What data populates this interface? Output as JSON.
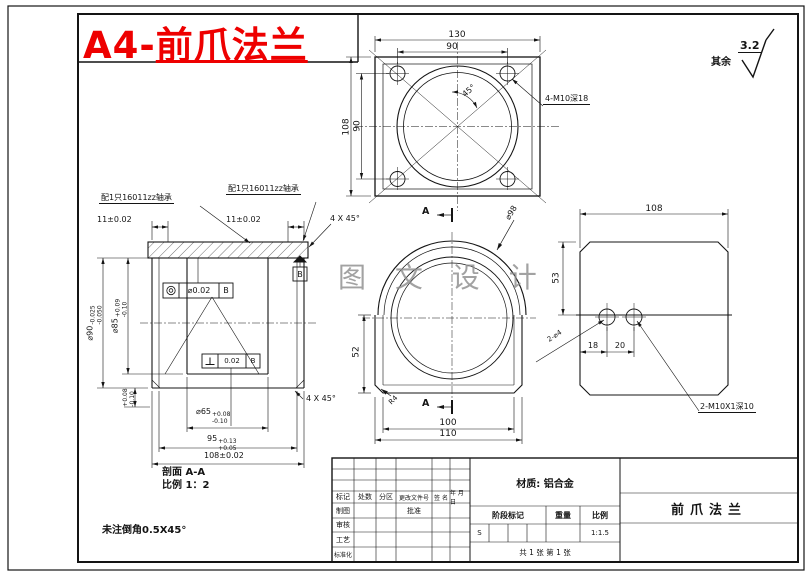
{
  "frame": {
    "title_prefix": "A4-",
    "title_name": "前爪法兰"
  },
  "surface": {
    "rest": "其余",
    "value": "3.2"
  },
  "watermark": "图 文 设 计",
  "notes": {
    "chamfer": "未注倒角0.5X45°",
    "section": "剖面 A-A",
    "scale": "比例 1：2"
  },
  "top_view": {
    "w": "130",
    "holes_h": "90",
    "h": "108",
    "holes_v": "90",
    "angle": "45°",
    "thread": "4-M10深18"
  },
  "section_view": {
    "bearing_l": "配1只16011zz轴承",
    "bearing_r": "配1只16011zz轴承",
    "seat_l": "11±0.02",
    "seat_r": "11±0.02",
    "cham_t": "4 X 45°",
    "cham_b": "4 X 45°",
    "fcf1_tol": "⌀0.02",
    "fcf1_datum": "B",
    "fcf2_tol": "0.02",
    "fcf2_datum": "B",
    "datum": "B",
    "d90": "⌀90",
    "d90_u": "-0.025",
    "d90_d": "-0.050",
    "d85": "⌀85",
    "d85_u": "+0.09",
    "d85_d": "-0.10",
    "step_u": "+0.08",
    "step_d": "-0.10",
    "d65": "⌀65",
    "d65_u": "+0.08",
    "d65_d": "-0.10",
    "d95": "95",
    "d95_u": "+0.13",
    "d95_d": "+0.05",
    "d108": "108±0.02"
  },
  "mid_view": {
    "a": "A",
    "dia": "⌀98",
    "h": "52",
    "w1": "100",
    "w2": "110",
    "r": "R4"
  },
  "right_view": {
    "w": "108",
    "h": "53",
    "p18": "18",
    "p20": "20",
    "thread": "2-M10X1深10",
    "holes": "2-⌀4"
  },
  "title_block": {
    "material": "材质: 铝合金",
    "part": "前爪法兰",
    "headers": [
      "标记",
      "处数",
      "分区",
      "更改文件号",
      "签 名",
      "年 月 日"
    ],
    "rows": [
      "制图",
      "审核",
      "工艺",
      "标准化"
    ],
    "approve": "批准",
    "stage": "阶段标记",
    "weight": "重量",
    "scale_label": "比例",
    "stage_val": "S",
    "scale_val": "1:1.5",
    "sheet": "共 1 张 第 1 张"
  }
}
